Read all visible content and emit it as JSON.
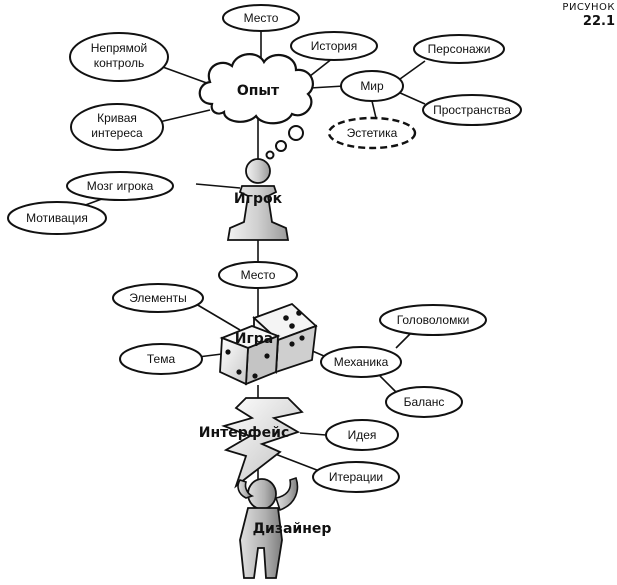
{
  "figure": {
    "caption": "РИСУНОК",
    "number": "22.1"
  },
  "center": {
    "experience": "Опыт",
    "player": "Игрок",
    "game": "Игра",
    "interface": "Интерфейс",
    "designer": "Дизайнер"
  },
  "nodes": {
    "place_top": "Место",
    "story": "История",
    "indirect_control": [
      "Непрямой",
      "контроль"
    ],
    "characters": "Персонажи",
    "world": "Мир",
    "spaces": "Пространства",
    "interest_curve": [
      "Кривая",
      "интереса"
    ],
    "aesthetics": "Эстетика",
    "player_mind": "Мозг игрока",
    "motivation": "Мотивация",
    "place_mid": "Место",
    "elements": "Элементы",
    "puzzles": "Головоломки",
    "theme": "Тема",
    "mechanics": "Механика",
    "balance": "Баланс",
    "idea": "Идея",
    "iterations": "Итерации"
  },
  "colors": {
    "ink": "#111111",
    "paper": "#ffffff",
    "grey_light": "#e2e2e2",
    "grey_mid": "#b5b5b5",
    "grey_dark": "#8a8a8a"
  }
}
